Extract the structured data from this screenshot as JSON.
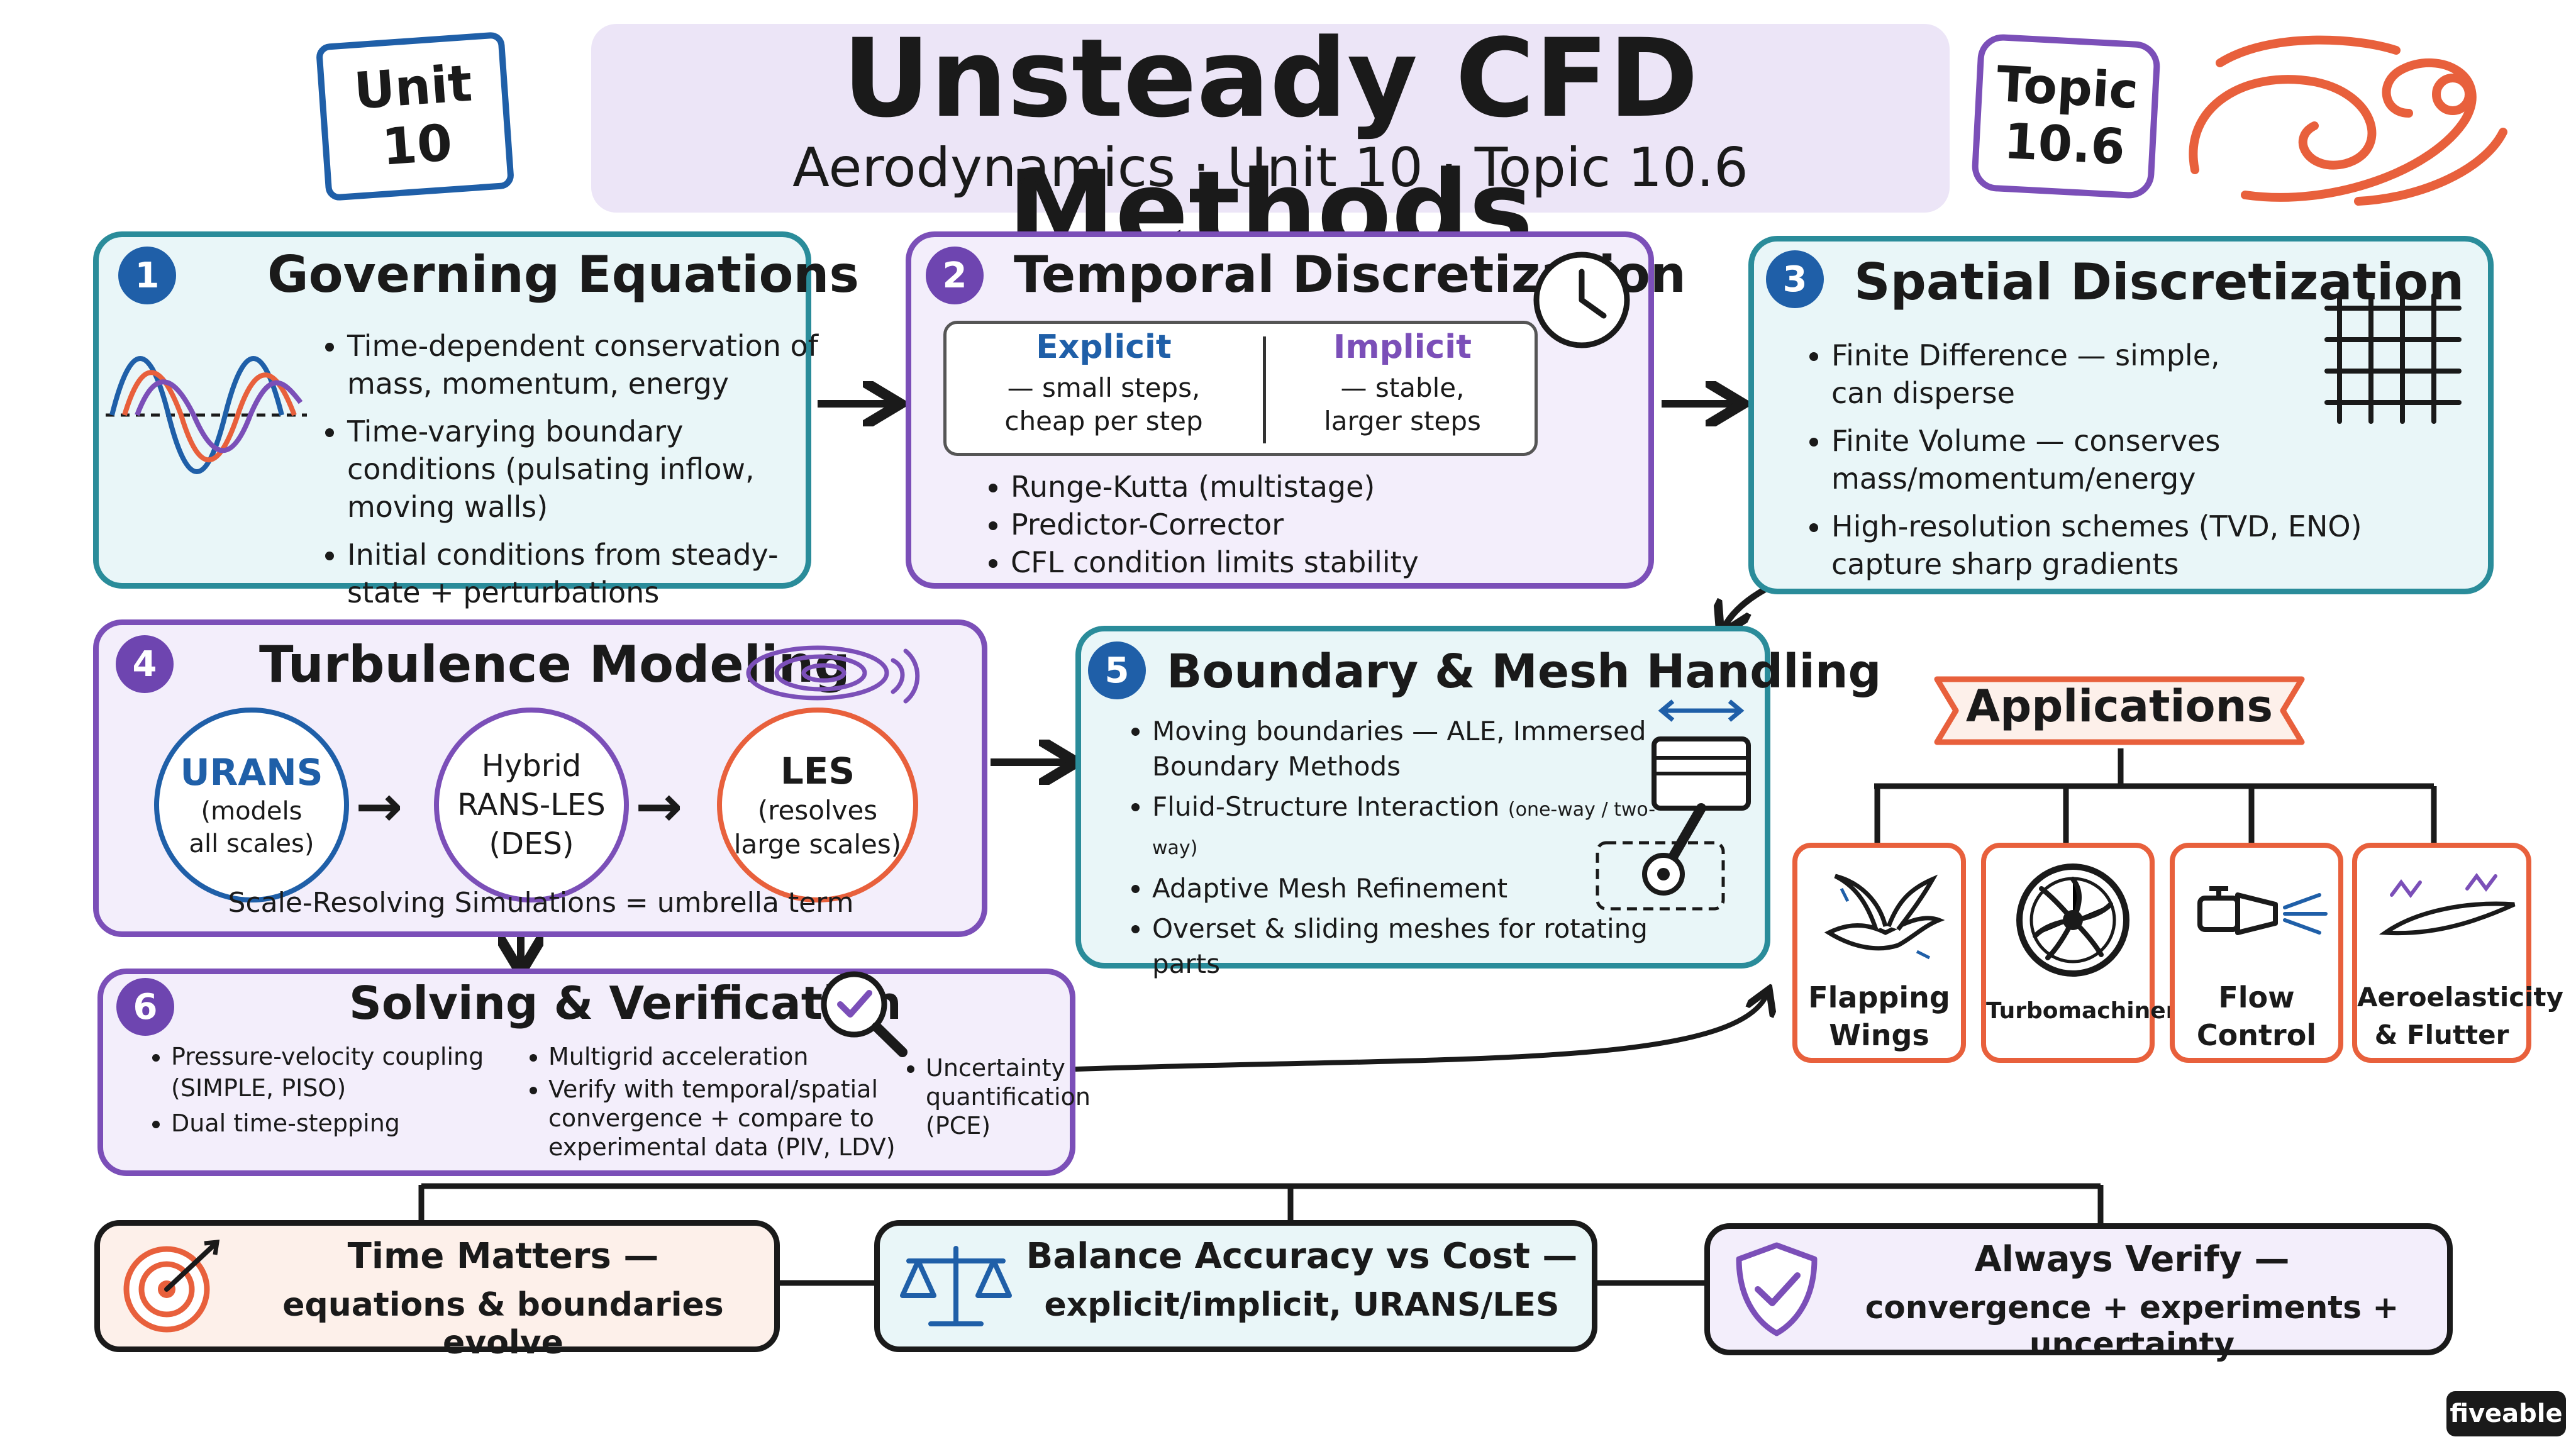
{
  "header": {
    "title": "Unsteady CFD Methods",
    "subtitle": "Aerodynamics · Unit 10 · Topic 10.6",
    "unit_badge": [
      "Unit",
      "10"
    ],
    "topic_badge": [
      "Topic",
      "10.6"
    ]
  },
  "sections": {
    "s1": {
      "num": "1",
      "title": "Governing Equations",
      "bullets": [
        "Time-dependent conservation of mass, momentum, energy",
        "Time-varying boundary conditions (pulsating inflow, moving walls)",
        "Initial conditions from steady-state + perturbations"
      ]
    },
    "s2": {
      "num": "2",
      "title": "Temporal Discretization",
      "explicit": {
        "title": "Explicit",
        "text": [
          "— small steps,",
          "cheap per step"
        ]
      },
      "implicit": {
        "title": "Implicit",
        "text": [
          "— stable,",
          "larger steps"
        ]
      },
      "bullets": [
        "Runge-Kutta (multistage)",
        "Predictor-Corrector",
        "CFL condition limits stability"
      ]
    },
    "s3": {
      "num": "3",
      "title": "Spatial Discretization",
      "bullets": [
        "Finite Difference — simple, can disperse",
        "Finite Volume — conserves mass/momentum/energy",
        "High-resolution schemes (TVD, ENO) capture sharp gradients"
      ]
    },
    "s4": {
      "num": "4",
      "title": "Turbulence Modeling",
      "urans": [
        "URANS",
        "(models",
        "all scales)"
      ],
      "hybrid": [
        "Hybrid",
        "RANS-LES",
        "(DES)"
      ],
      "les": [
        "LES",
        "(resolves",
        "large scales)"
      ],
      "footer": "Scale-Resolving Simulations = umbrella term"
    },
    "s5": {
      "num": "5",
      "title": "Boundary & Mesh Handling",
      "bullets": [
        "Moving boundaries — ALE, Immersed Boundary Methods",
        "Adaptive Mesh Refinement",
        "Overset & sliding meshes for rotating parts"
      ],
      "fsi_main": "Fluid-Structure Interaction",
      "fsi_small": "(one-way / two-way)"
    },
    "s6": {
      "num": "6",
      "title": "Solving & Verification",
      "col1": [
        "Pressure-velocity coupling (SIMPLE, PISO)",
        "Dual time-stepping"
      ],
      "col2": [
        "Multigrid acceleration",
        "Verify with temporal/spatial convergence + compare to experimental data (PIV, LDV)"
      ],
      "col3": [
        "Uncertainty quantification (PCE)"
      ]
    }
  },
  "applications": {
    "title": "Applications",
    "items": [
      {
        "label": [
          "Flapping",
          "Wings"
        ]
      },
      {
        "label": [
          "Turbomachinery"
        ]
      },
      {
        "label": [
          "Flow",
          "Control"
        ]
      },
      {
        "label": [
          "Aeroelasticity",
          "& Flutter"
        ]
      }
    ]
  },
  "takeaways": [
    {
      "line1": "Time Matters —",
      "line2": "equations & boundaries evolve"
    },
    {
      "line1": "Balance Accuracy vs Cost —",
      "line2": "explicit/implicit, URANS/LES"
    },
    {
      "line1": "Always Verify —",
      "line2": "convergence + experiments + uncertainty"
    }
  ],
  "brand": "fiveable",
  "colors": {
    "teal": "#2a8c9a",
    "purple": "#7b4fb8",
    "orange": "#e8603c",
    "blue": "#1f5fa8"
  }
}
